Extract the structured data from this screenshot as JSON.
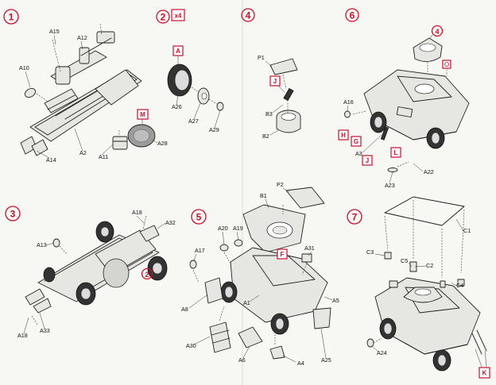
{
  "steps": [
    {
      "number": "1"
    },
    {
      "number": "2",
      "multiplier": "x4"
    },
    {
      "number": "4"
    },
    {
      "number": "6"
    },
    {
      "number": "3"
    },
    {
      "number": "5"
    },
    {
      "number": "7"
    }
  ],
  "callouts": {
    "step2_to_step4": "4",
    "step2_to_step6": "2"
  },
  "color_codes": {
    "M": "M",
    "A": "A",
    "J_step4": "J",
    "H": "H",
    "G": "G",
    "J_step6": "J",
    "L": "L",
    "F": "F",
    "K": "K"
  },
  "part_labels": {
    "s1": [
      "A15",
      "A12",
      "A10",
      "M",
      "A2",
      "A11",
      "A14",
      "A28"
    ],
    "s2": [
      "A26",
      "A27",
      "A29"
    ],
    "s4": [
      "P1",
      "B3",
      "B2"
    ],
    "s6": [
      "A16",
      "A3",
      "A22",
      "A23"
    ],
    "s3": [
      "A18",
      "A32",
      "A13",
      "A18",
      "A33"
    ],
    "s5": [
      "B1",
      "P2",
      "A31",
      "A20",
      "A19",
      "A17",
      "A8",
      "A30",
      "A1",
      "A5",
      "A6",
      "A4",
      "A25"
    ],
    "s7": [
      "C1",
      "C3",
      "C5",
      "C2",
      "C4",
      "A24"
    ]
  },
  "colors": {
    "accent_red": "#c8102e",
    "ink": "#222222",
    "paper": "#f7f7f3"
  }
}
